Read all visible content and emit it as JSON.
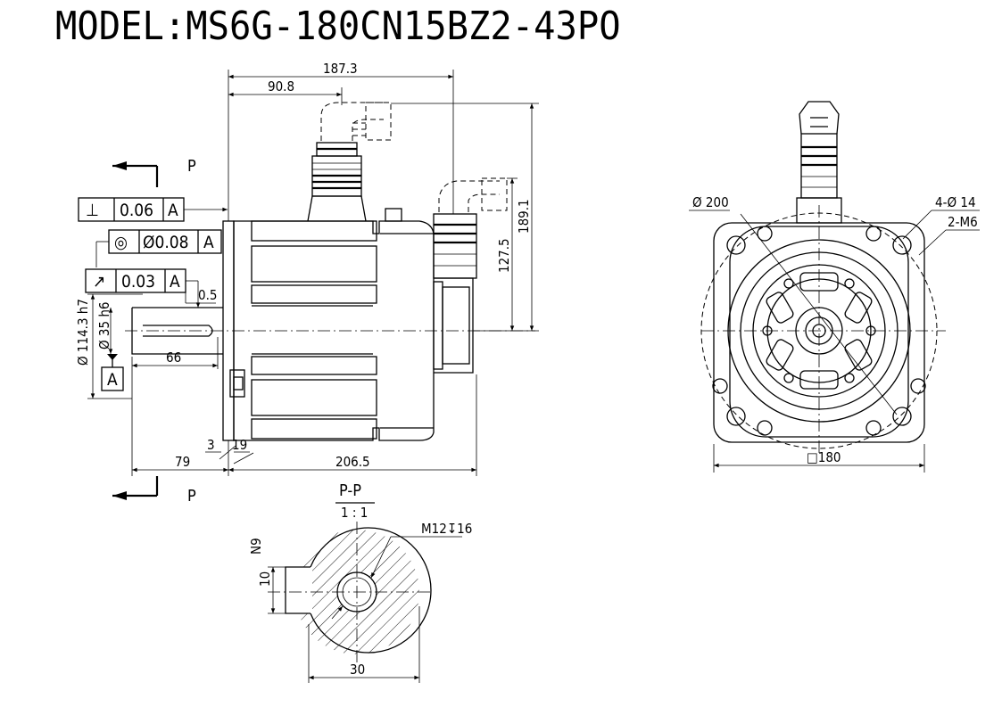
{
  "title": "MODEL:MS6G-180CN15BZ2-43PO",
  "section_labels": {
    "p_top": "P",
    "p_bottom": "P",
    "section_name": "P-P",
    "section_scale": "1 : 1"
  },
  "tolerance_frames": [
    {
      "symbol": "⊥",
      "value": "0.06",
      "datum": "A"
    },
    {
      "symbol": "◎",
      "value": "Ø0.08",
      "datum": "A"
    },
    {
      "symbol": "↗",
      "value": "0.03",
      "datum": "A"
    }
  ],
  "datum_label": "A",
  "dimensions": {
    "overall_length": "187.3",
    "connector_offset": "90.8",
    "height_total": "189.1",
    "height_axis": "127.5",
    "flange_dia": "Ø 114.3 h7",
    "shaft_dia": "Ø 35 h6",
    "shaft_len": "66",
    "runout": "0.5",
    "shaft_ext": "79",
    "flange_thk": "3",
    "pilot": "19",
    "body_len": "206.5",
    "pcd": "Ø 200",
    "holes": "4-Ø 14",
    "threads": "2-M6",
    "square": "□180",
    "key_n9": "N9",
    "key_width": "10",
    "tap": "M12↧16",
    "shaft_section": "30"
  }
}
